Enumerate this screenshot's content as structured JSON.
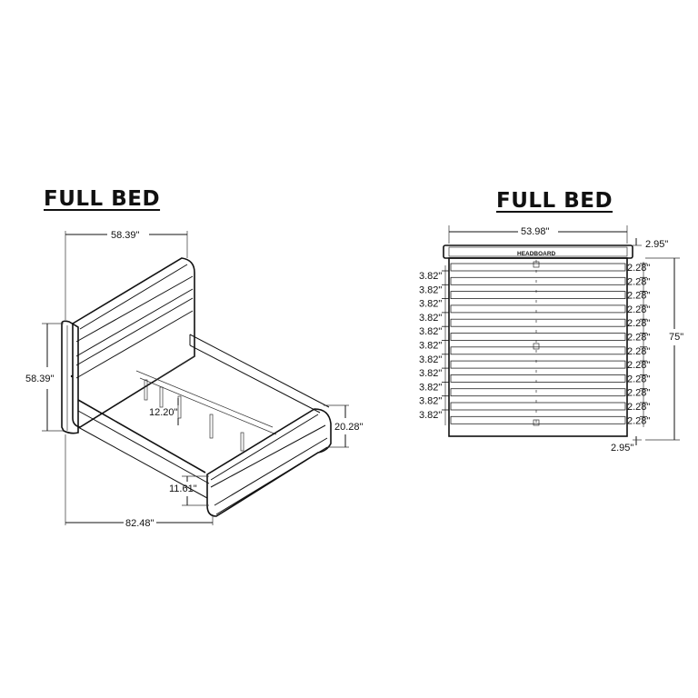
{
  "left_view": {
    "title": "FULL BED",
    "dims": {
      "headboard_width": "58.39\"",
      "headboard_height": "58.39\"",
      "slat_clearance": "12.20\"",
      "footboard_height": "20.28\"",
      "rail_height": "11.61\"",
      "overall_length": "82.48\""
    }
  },
  "right_view": {
    "title": "FULL BED",
    "headboard_label": "HEADBOARD",
    "dims": {
      "inner_width": "53.98\"",
      "headboard_depth": "2.95\"",
      "footboard_depth": "2.95\"",
      "overall_length": "75\""
    },
    "slat_gap_labels": [
      "3.82\"",
      "3.82\"",
      "3.82\"",
      "3.82\"",
      "3.82\"",
      "3.82\"",
      "3.82\"",
      "3.82\"",
      "3.82\"",
      "3.82\"",
      "3.82\""
    ],
    "slat_width_labels": [
      "2.28\"",
      "2.28\"",
      "2.28\"",
      "2.28\"",
      "2.28\"",
      "2.28\"",
      "2.28\"",
      "2.28\"",
      "2.28\"",
      "2.28\"",
      "2.28\"",
      "2.28\""
    ]
  }
}
